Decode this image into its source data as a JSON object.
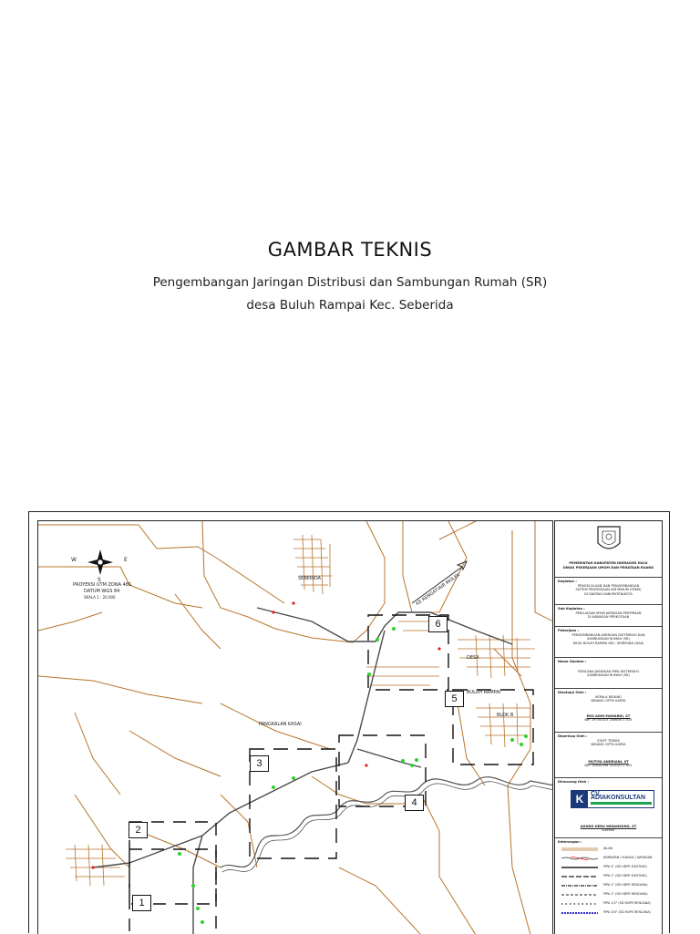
{
  "cover": {
    "title": "GAMBAR TEKNIS",
    "subtitle_line1": "Pengembangan Jaringan Distribusi dan Sambungan Rumah (SR)",
    "subtitle_line2": "desa Buluh Rampai Kec. Seberida"
  },
  "map": {
    "compass": {
      "n": "S",
      "w": "W",
      "e": "E"
    },
    "projection": [
      "PROYEKSI UTM ZONA 48S",
      "DATUM WGS 84",
      "SKALA 1 : 20.000"
    ],
    "place_labels": {
      "pangkalan_kasai": "PANGKALAN KASAI",
      "buluh_rampai": "BULUH RAMPAI",
      "seberida": "SEBERIDA",
      "road": "KE RENGAT/AIR MOLEK",
      "desa": "DESA",
      "blok": "BLOK B"
    },
    "zones": [
      "1",
      "2",
      "3",
      "4",
      "5",
      "6"
    ],
    "colors": {
      "road": "#b8742c",
      "pipe": "#4a4a4a",
      "green_marker": "#2fd12f",
      "red_marker": "#e02020",
      "river": "#555555"
    }
  },
  "legend": {
    "government": [
      "PEMERINTAH KABUPATEN INDRAGIRI HULU",
      "DINAS PEKERJAAN UMUM DAN PENATAAN RUANG"
    ],
    "kegiatan_head": "Kegiatan :",
    "kegiatan": [
      "PENGELOLAAN DAN PENGEMBANGAN",
      "SISTEM PENYEDIAAN AIR MINUM (SPAM)",
      "DI DAERAH KABUPATEN/KOTA"
    ],
    "subkegiatan_head": "Sub Kegiatan :",
    "subkegiatan": [
      "PERLUASAN SPAM JARINGAN PERPIPAAN",
      "DI KAWASAN PERKOTAAN"
    ],
    "pekerjaan_head": "Pekerjaan :",
    "pekerjaan": [
      "PENGEMBANGAN JARINGAN DISTRIBUSI DAN",
      "SAMBUNGAN RUMAH (SR)",
      "DESA BULUH RAMPAI KEC. SEBERIDA (DAK)"
    ],
    "nama_gambar_head": "Nama Gambar :",
    "nama_gambar": [
      "RENCANA JARINGAN PIPA DISTRIBUSI",
      "SAMBUNGAN RUMAH (SR)"
    ],
    "disetujui_head": "Disetujui Oleh :",
    "disetujui": [
      "KEPALA BIDANG",
      "BIDANG CIPTA KARYA"
    ],
    "disetujui_name": "EKO ADHI MAHARDI, ST",
    "disetujui_nip": "NIP. 19750315 200604 1 015",
    "diperiksa_head": "Diperiksa Oleh :",
    "diperiksa": [
      "STAFF TEKNIS",
      "BIDANG CIPTA KARYA"
    ],
    "diperiksa_name": "MUTIYA ANDRIANI, ST",
    "diperiksa_nip": "NIP. 19830306 201001 2 001",
    "dirancang_head": "Dirancang Oleh :",
    "consultant": "CV. ADIAKONSULTAN",
    "director_name": "AGUNG HERU WIDANSUNG, ST",
    "director_title": "Direktur",
    "keterangan_head": "Keterangan :",
    "legend_items": [
      "JALAN",
      "JEMBATAN / SUNGAI / JARINGAN",
      "PIPA 3\" (SD HDPE EXISTING)",
      "PIPA 2\" (SD HDPE EXISTING)",
      "PIPA 2\" (SD HDPE RENCANA)",
      "PIPA 1\" (SD HDPE RENCANA)",
      "PIPA 1/2\" (SD HDPE RENCANA)",
      "PIPA 3/4\" (SD HDPE RENCANA)"
    ]
  }
}
